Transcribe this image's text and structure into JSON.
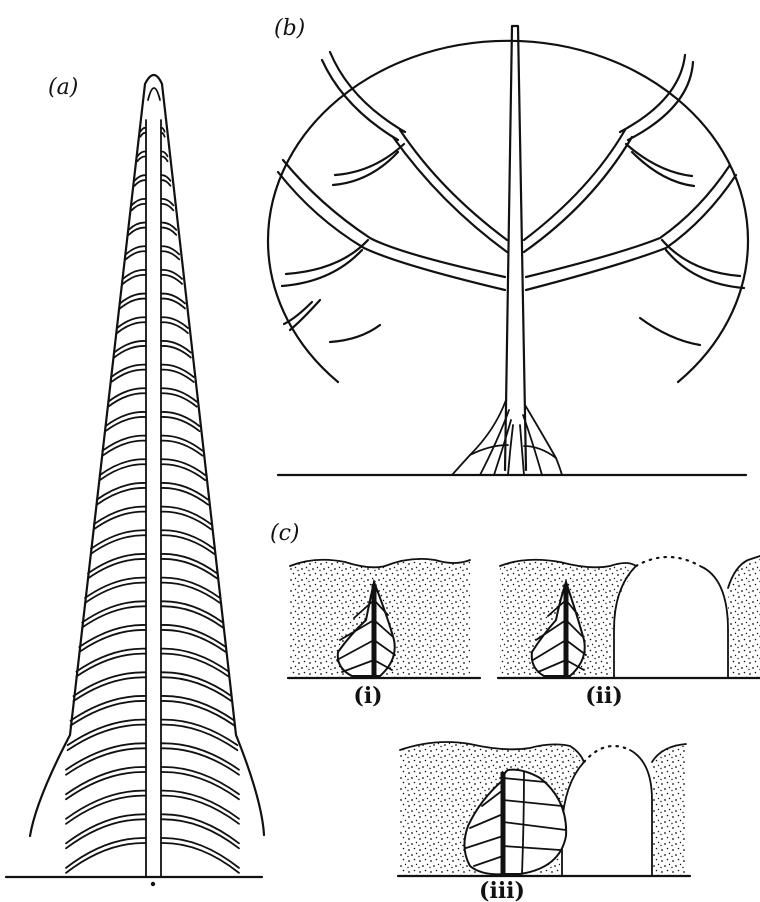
{
  "panels": {
    "a": {
      "label": "(a)"
    },
    "b": {
      "label": "(b)"
    },
    "c": {
      "label": "(c)",
      "sub": [
        {
          "label": "(i)"
        },
        {
          "label": "(ii)"
        },
        {
          "label": "(iii)"
        }
      ]
    }
  }
}
